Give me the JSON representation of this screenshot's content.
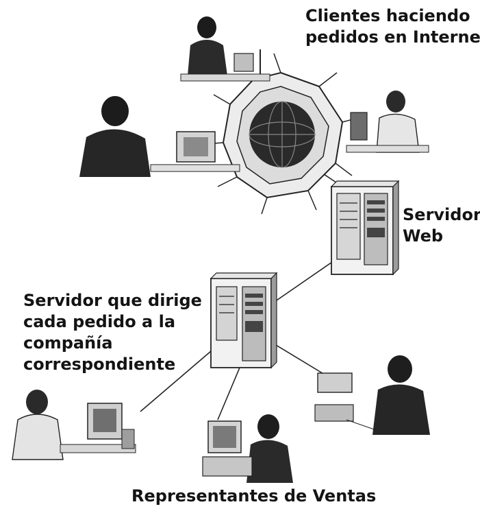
{
  "labels": {
    "clients": [
      "Clientes haciendo",
      "pedidos en Internet"
    ],
    "web_server": [
      "Servidor",
      "Web"
    ],
    "router_server": [
      "Servidor que dirige",
      "cada pedido a la",
      "compañía",
      "correspondiente"
    ],
    "sales": "Representantes de Ventas"
  },
  "colors": {
    "ink": "#141414",
    "background": "#ffffff",
    "light_gray": "#e8e8e8",
    "mid_gray": "#9a9a9a"
  },
  "icons": {
    "internet": "globe-web-icon",
    "client": "person-at-computer-icon",
    "server": "server-tower-icon",
    "sales_rep": "person-on-phone-icon"
  }
}
